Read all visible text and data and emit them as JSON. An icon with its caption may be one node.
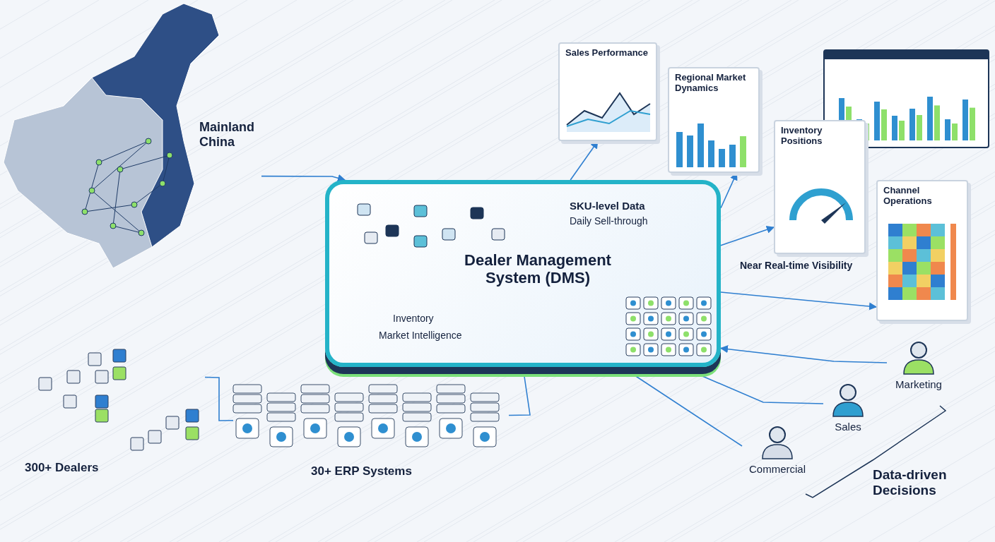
{
  "diagram": {
    "nodes": [
      {
        "text": [],
        "shape": "picture",
        "beside": [
          "Mainland China"
        ]
      },
      {
        "text": [],
        "shape": "picture",
        "beside": [
          "300+ Dealers"
        ]
      },
      {
        "text": [],
        "shape": "picture",
        "beside": [
          "30+ ERP Systems"
        ]
      },
      {
        "text": [
          "SKU-level Data",
          "Daily Sell-through",
          "Dealer Management System (DMS)",
          "Inventory",
          "Market Intelligence"
        ]
      },
      {
        "text": [
          "Sales Performance"
        ]
      },
      {
        "text": [
          "Regional Market Dynamics"
        ]
      },
      {
        "text": [],
        "shape": "picture"
      },
      {
        "text": [
          "Inventory Positions"
        ],
        "beside": [
          "Near Real-time Visibility"
        ]
      },
      {
        "text": [
          "Channel Operations"
        ]
      },
      {
        "text": [
          "Marketing"
        ]
      },
      {
        "text": [
          "Sales"
        ]
      },
      {
        "text": [
          "Commercial"
        ]
      }
    ],
    "edges": [
      {
        "from": 0,
        "to": 3,
        "arrow": "to"
      },
      {
        "from": 1,
        "to": 2,
        "arrow": "none"
      },
      {
        "from": 2,
        "to": 3,
        "arrow": "to"
      },
      {
        "from": 3,
        "to": 4,
        "arrow": "to"
      },
      {
        "from": 3,
        "to": 5,
        "arrow": "to"
      },
      {
        "from": 3,
        "to": 7,
        "arrow": "to"
      },
      {
        "from": 3,
        "to": 8,
        "arrow": "to"
      },
      {
        "from": 9,
        "to": 3,
        "arrow": "to"
      },
      {
        "from": 10,
        "to": 3,
        "arrow": "to"
      },
      {
        "from": 11,
        "to": 3,
        "arrow": "to"
      }
    ],
    "labels": [
      "Data-driven Decisions"
    ]
  }
}
